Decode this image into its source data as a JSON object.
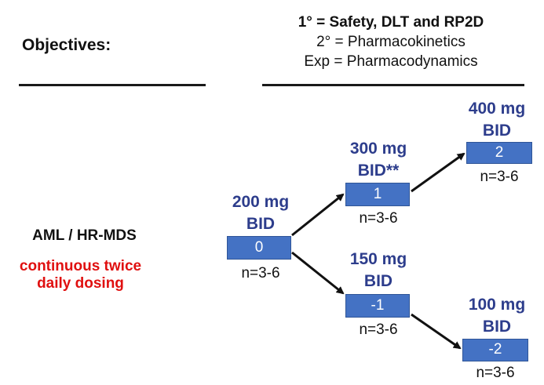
{
  "objectives": {
    "heading": "Objectives:",
    "primary": "1° = Safety, DLT and RP2D",
    "secondary": "2° = Pharmacokinetics",
    "exploratory": "Exp = Pharmacodynamics"
  },
  "population": {
    "label": "AML / HR-MDS",
    "dosing_line1": "continuous twice",
    "dosing_line2": "daily dosing"
  },
  "dose_levels": {
    "start": {
      "dose": "200 mg",
      "freq": "BID",
      "level": "0",
      "n": "n=3-6"
    },
    "up1": {
      "dose": "300 mg",
      "freq": "BID**",
      "level": "1",
      "n": "n=3-6"
    },
    "up2": {
      "dose": "400 mg",
      "freq": "BID",
      "level": "2",
      "n": "n=3-6"
    },
    "down1": {
      "dose": "150 mg",
      "freq": "BID",
      "level": "-1",
      "n": "n=3-6"
    },
    "down2": {
      "dose": "100 mg",
      "freq": "BID",
      "level": "-2",
      "n": "n=3-6"
    }
  },
  "colors": {
    "dose_text": "#2d3d8c",
    "box_fill": "#4472c4",
    "dosing_text": "#e01010"
  }
}
